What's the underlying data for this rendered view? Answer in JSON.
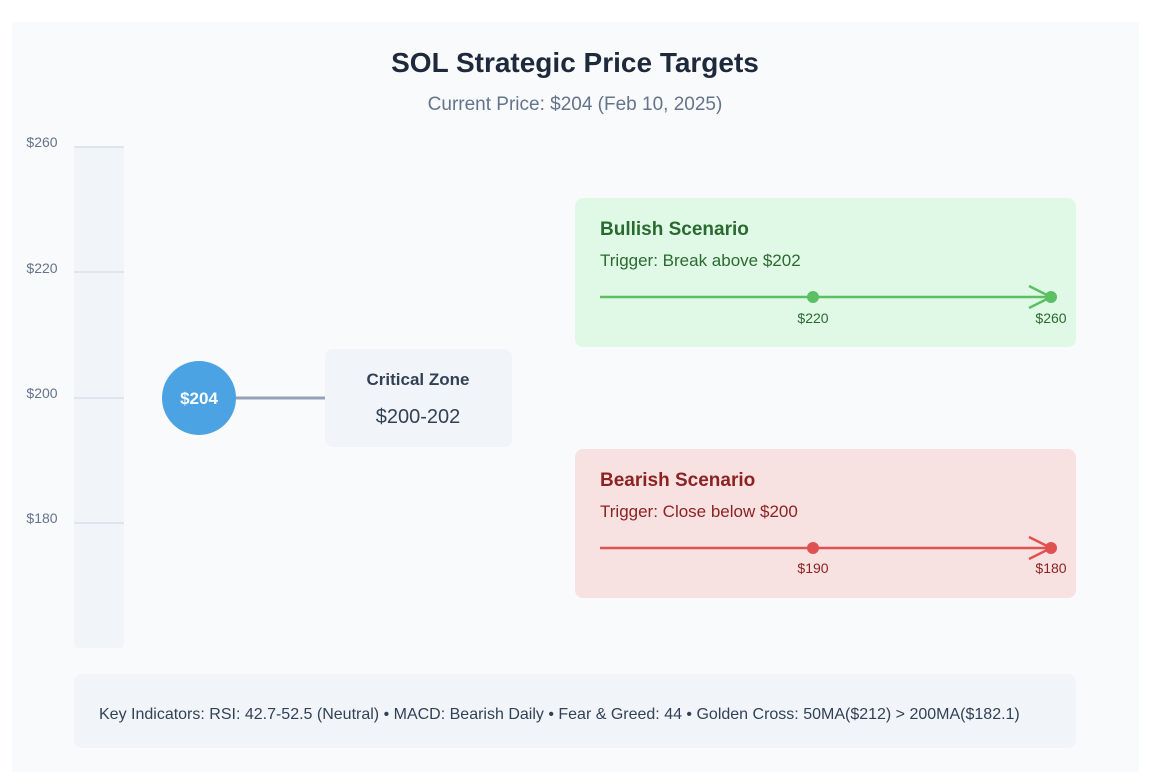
{
  "title": "SOL Strategic Price Targets",
  "subtitle": "Current Price: $204 (Feb 10, 2025)",
  "scale": {
    "ticks": [
      {
        "label": "$260",
        "value": 260
      },
      {
        "label": "$220",
        "value": 220
      },
      {
        "label": "$200",
        "value": 200
      },
      {
        "label": "$180",
        "value": 180
      }
    ]
  },
  "current": {
    "label": "$204",
    "value": 204
  },
  "critical_zone": {
    "title": "Critical Zone",
    "range": "$200-202"
  },
  "bullish": {
    "title": "Bullish Scenario",
    "trigger": "Trigger: Break above $202",
    "targets": [
      {
        "label": "$220",
        "value": 220
      },
      {
        "label": "$260",
        "value": 260
      }
    ]
  },
  "bearish": {
    "title": "Bearish Scenario",
    "trigger": "Trigger: Close below $200",
    "targets": [
      {
        "label": "$190",
        "value": 190
      },
      {
        "label": "$180",
        "value": 180
      }
    ]
  },
  "indicators": {
    "text": "Key Indicators: RSI: 42.7-52.5 (Neutral) • MACD: Bearish Daily • Fear & Greed: 44 • Golden Cross: 50MA($212) > 200MA($182.1)"
  },
  "colors": {
    "bullish_fill": "#e0f9e6",
    "bullish_accent": "#5cbf63",
    "bullish_text": "#2a6a30",
    "bearish_fill": "#f8e1e1",
    "bearish_accent": "#e05252",
    "bearish_text": "#8c2323",
    "current_fill": "#4ba3e3",
    "connector": "#94a3b8"
  }
}
